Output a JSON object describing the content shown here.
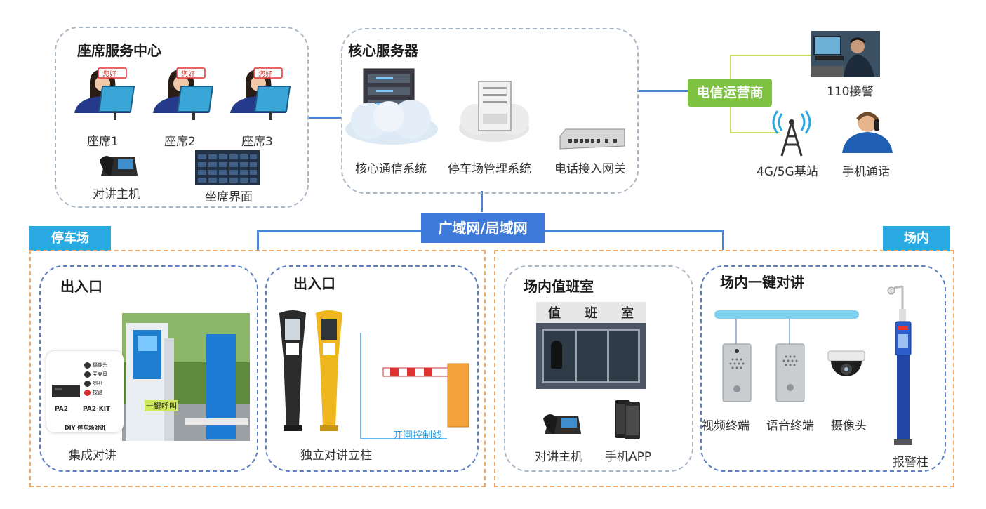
{
  "agent_center": {
    "title": "座席服务中心",
    "bubble": "您好",
    "seats": [
      "座席1",
      "座席2",
      "座席3"
    ],
    "intercom_host": "对讲主机",
    "seat_ui": "坐席界面"
  },
  "core_server": {
    "title": "核心服务器",
    "items": [
      "核心通信系统",
      "停车场管理系统",
      "电话接入网关"
    ]
  },
  "telecom": {
    "title": "电信运营商",
    "police": "110接警",
    "base_station": "4G/5G基站",
    "mobile_call": "手机通话"
  },
  "network": {
    "label": "广域网/局域网"
  },
  "parking": {
    "tag": "停车场",
    "entrance1": {
      "title": "出入口",
      "caption": "集成对讲",
      "one_key": "一键呼叫",
      "kit_labels": [
        "PA2",
        "PA2-KIT"
      ],
      "kit_caption": "DIY 停车场对讲",
      "kit_buttons": [
        "摄像头",
        "麦克风",
        "喇叭",
        "按键"
      ]
    },
    "entrance2": {
      "title": "出入口",
      "caption": "独立对讲立柱",
      "gate_line": "开闸控制线"
    }
  },
  "venue": {
    "tag": "场内",
    "duty_room": {
      "title": "场内值班室",
      "sign": [
        "值",
        "班",
        "室"
      ],
      "intercom_host": "对讲主机",
      "mobile_app": "手机APP"
    },
    "one_key_intercom": {
      "title": "场内一键对讲",
      "video_terminal": "视频终端",
      "voice_terminal": "语音终端",
      "camera": "摄像头",
      "alarm_post": "报警柱"
    }
  },
  "colors": {
    "link_blue": "#4a84d6",
    "network_blue": "#3d7ad9",
    "telecom_green": "#7ec242",
    "tag_blue": "#29a9e1",
    "dashed_orange": "#f0a868"
  }
}
